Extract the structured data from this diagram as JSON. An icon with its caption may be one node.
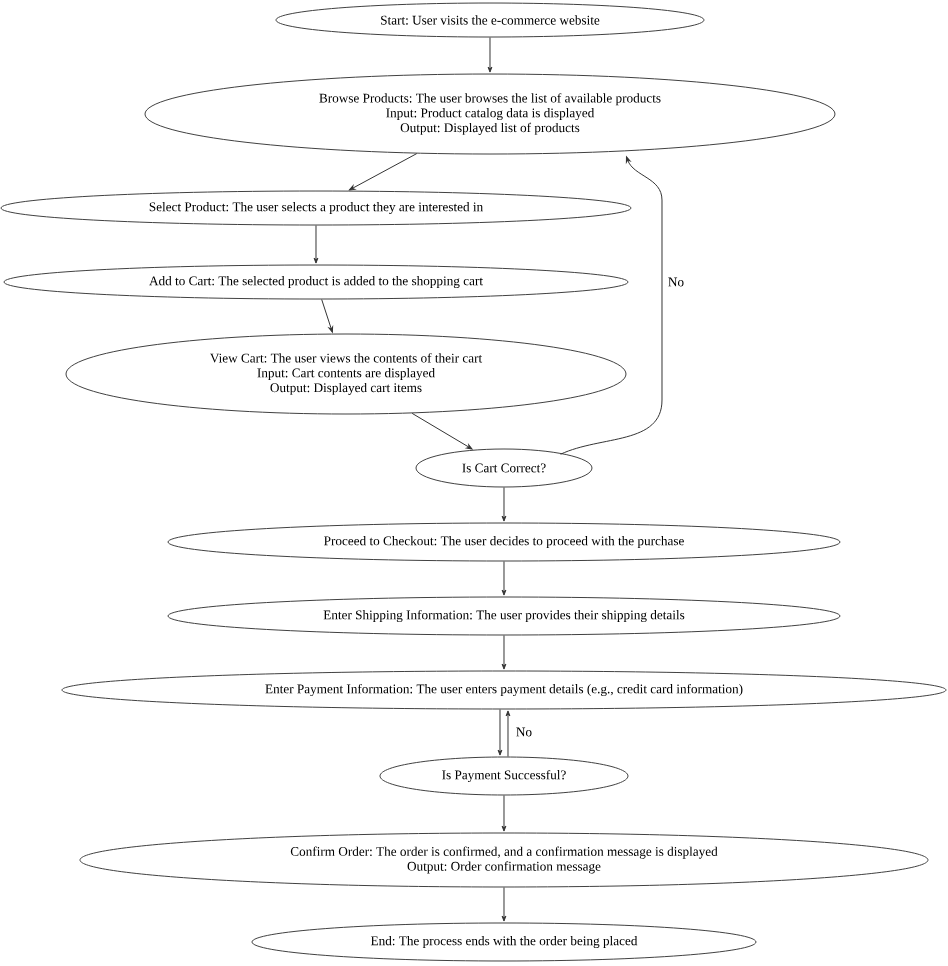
{
  "diagram": {
    "nodes": [
      {
        "text": [
          "Start: User visits the e-commerce website"
        ]
      },
      {
        "text": [
          "Browse Products: The user browses the list of available products",
          "Input: Product catalog data is displayed",
          "Output: Displayed list of products"
        ]
      },
      {
        "text": [
          "Select Product: The user selects a product they are interested in"
        ]
      },
      {
        "text": [
          "Add to Cart: The selected product is added to the shopping cart"
        ]
      },
      {
        "text": [
          "View Cart: The user views the contents of their cart",
          "Input: Cart contents are displayed",
          "Output: Displayed cart items"
        ]
      },
      {
        "text": [
          "Is Cart Correct?"
        ]
      },
      {
        "text": [
          "Proceed to Checkout: The user decides to proceed with the purchase"
        ]
      },
      {
        "text": [
          "Enter Shipping Information: The user provides their shipping details"
        ]
      },
      {
        "text": [
          "Enter Payment Information: The user enters payment details (e.g., credit card information)"
        ]
      },
      {
        "text": [
          "Is Payment Successful?"
        ]
      },
      {
        "text": [
          "Confirm Order: The order is confirmed, and a confirmation message is displayed",
          "Output: Order confirmation message"
        ]
      },
      {
        "text": [
          "End: The process ends with the order being placed"
        ]
      }
    ],
    "edges": [
      {
        "from": 0,
        "to": 1,
        "arrow": "to"
      },
      {
        "from": 1,
        "to": 2,
        "arrow": "to"
      },
      {
        "from": 2,
        "to": 3,
        "arrow": "to"
      },
      {
        "from": 3,
        "to": 4,
        "arrow": "to"
      },
      {
        "from": 4,
        "to": 5,
        "arrow": "to"
      },
      {
        "from": 5,
        "to": 1,
        "arrow": "to",
        "label": "No"
      },
      {
        "from": 5,
        "to": 6,
        "arrow": "to"
      },
      {
        "from": 6,
        "to": 7,
        "arrow": "to"
      },
      {
        "from": 7,
        "to": 8,
        "arrow": "to"
      },
      {
        "from": 8,
        "to": 9,
        "arrow": "to"
      },
      {
        "from": 9,
        "to": 8,
        "arrow": "to",
        "label": "No"
      },
      {
        "from": 9,
        "to": 10,
        "arrow": "to"
      },
      {
        "from": 10,
        "to": 11,
        "arrow": "to"
      }
    ]
  }
}
